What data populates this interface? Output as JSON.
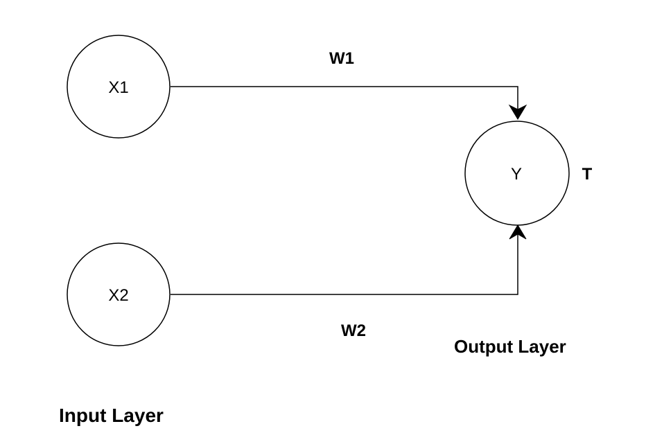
{
  "nodes": {
    "x1": {
      "label": "X1"
    },
    "x2": {
      "label": "X2"
    },
    "y": {
      "label": "Y"
    }
  },
  "weights": {
    "w1": "W1",
    "w2": "W2"
  },
  "threshold": "T",
  "layers": {
    "input": "Input Layer",
    "output": "Output Layer"
  }
}
